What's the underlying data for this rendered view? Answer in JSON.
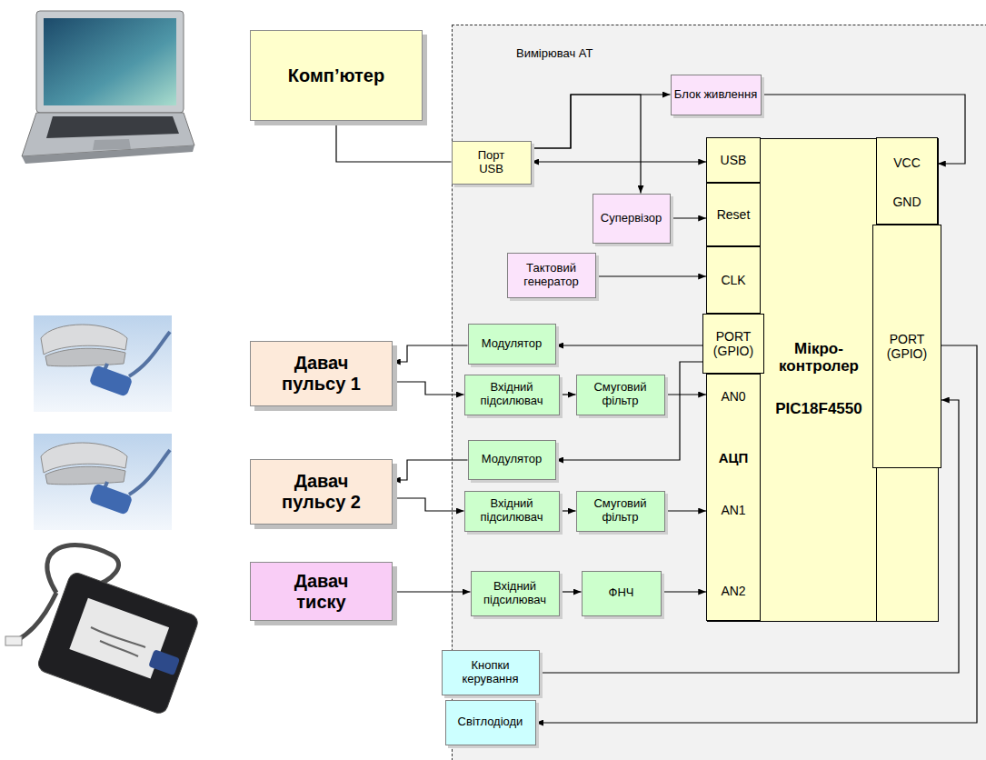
{
  "diagram": {
    "nodes": [
      {
        "text": [
          "Комп’ютер"
        ]
      },
      {
        "text": [
          "Вимірювач АТ"
        ]
      },
      {
        "text": [
          "Блок живлення"
        ],
        "in": 1
      },
      {
        "text": [
          "Порт USB"
        ],
        "in": 1
      },
      {
        "text": [
          "Супервізор"
        ],
        "in": 1
      },
      {
        "text": [
          "Тактовий генератор"
        ],
        "in": 1
      },
      {
        "text": [
          "Мікро- контролер",
          "PIC18F4550"
        ],
        "in": 1
      },
      {
        "text": [
          "USB"
        ],
        "in": 6
      },
      {
        "text": [
          "Reset"
        ],
        "in": 6
      },
      {
        "text": [
          "CLK"
        ],
        "in": 6
      },
      {
        "text": [
          "PORT (GPIO)"
        ],
        "in": 6
      },
      {
        "text": [
          "AN0",
          "АЦП",
          "AN1",
          "AN2"
        ],
        "in": 6
      },
      {
        "text": [
          "VCC",
          "GND"
        ],
        "in": 6
      },
      {
        "text": [
          "PORT (GPIO)"
        ],
        "in": 6
      },
      {
        "text": [
          "Давач пульсу 1"
        ]
      },
      {
        "text": [
          "Модулятор"
        ],
        "in": 1
      },
      {
        "text": [
          "Вхідний підсилювач"
        ],
        "in": 1
      },
      {
        "text": [
          "Смуговий фільтр"
        ],
        "in": 1
      },
      {
        "text": [
          "Давач пульсу 2"
        ]
      },
      {
        "text": [
          "Модулятор"
        ],
        "in": 1
      },
      {
        "text": [
          "Вхідний підсилювач"
        ],
        "in": 1
      },
      {
        "text": [
          "Смуговий фільтр"
        ],
        "in": 1
      },
      {
        "text": [
          "Давач тиску"
        ]
      },
      {
        "text": [
          "Вхідний підсилювач"
        ],
        "in": 1
      },
      {
        "text": [
          "ФНЧ"
        ],
        "in": 1
      },
      {
        "text": [
          "Кнопки керування"
        ],
        "in": 1
      },
      {
        "text": [
          "Світлодіоди"
        ],
        "in": 1
      }
    ],
    "edges": [
      {
        "from": 0,
        "to": 3,
        "arrow": "none"
      },
      {
        "from": 3,
        "to": 7,
        "arrow": "both"
      },
      {
        "from": 3,
        "to": 2,
        "arrow": "to"
      },
      {
        "from": 3,
        "to": 4,
        "arrow": "to"
      },
      {
        "from": 2,
        "to": 12,
        "arrow": "to"
      },
      {
        "from": 4,
        "to": 8,
        "arrow": "to"
      },
      {
        "from": 5,
        "to": 9,
        "arrow": "to"
      },
      {
        "from": 10,
        "to": 15,
        "arrow": "to"
      },
      {
        "from": 10,
        "to": 19,
        "arrow": "to"
      },
      {
        "from": 15,
        "to": 14,
        "arrow": "to"
      },
      {
        "from": 14,
        "to": 16,
        "arrow": "to"
      },
      {
        "from": 16,
        "to": 17,
        "arrow": "to"
      },
      {
        "from": 17,
        "to": 11,
        "arrow": "to"
      },
      {
        "from": 19,
        "to": 18,
        "arrow": "to"
      },
      {
        "from": 18,
        "to": 20,
        "arrow": "to"
      },
      {
        "from": 20,
        "to": 21,
        "arrow": "to"
      },
      {
        "from": 21,
        "to": 11,
        "arrow": "to"
      },
      {
        "from": 22,
        "to": 23,
        "arrow": "to"
      },
      {
        "from": 23,
        "to": 24,
        "arrow": "to"
      },
      {
        "from": 24,
        "to": 11,
        "arrow": "to"
      },
      {
        "from": 25,
        "to": 13,
        "arrow": "to"
      },
      {
        "from": 13,
        "to": 26,
        "arrow": "to"
      }
    ]
  }
}
